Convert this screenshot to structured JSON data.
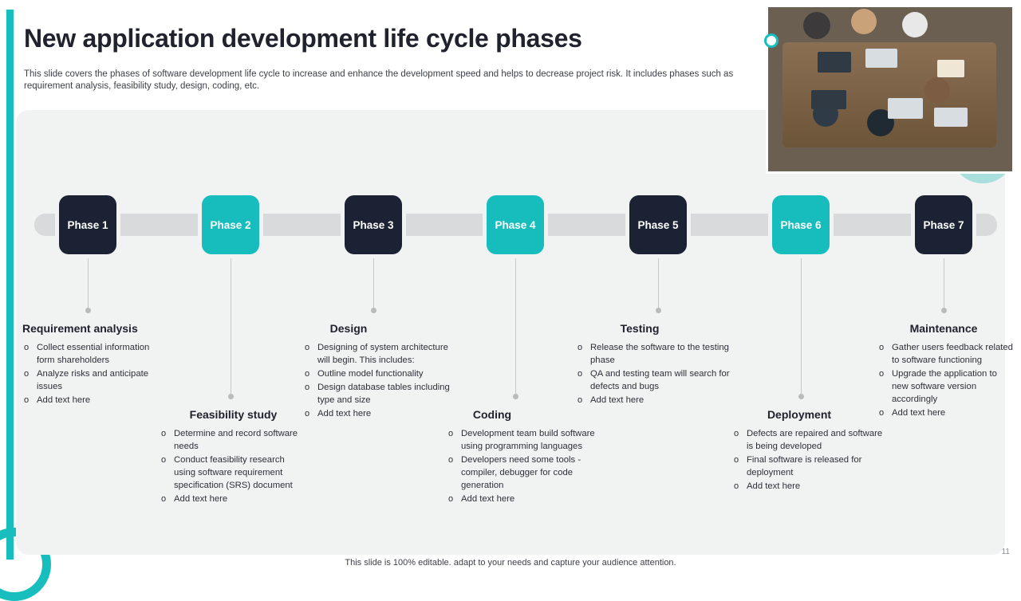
{
  "slide": {
    "title": "New application development life cycle phases",
    "subtitle": "This slide covers the phases of software development life cycle to increase and enhance the development speed and helps to decrease project risk. It includes phases such as requirement analysis, feasibility study, design, coding, etc.",
    "footer_note": "This slide is 100% editable. adapt to your needs and capture your audience attention.",
    "page_number": "11",
    "colors": {
      "accent_teal": "#17bdbd",
      "dark_navy": "#1b2233",
      "card_grey": "#f1f2f2",
      "track_grey": "#d9dadb"
    }
  },
  "phases": [
    {
      "label": "Phase 1",
      "style": "dark"
    },
    {
      "label": "Phase 2",
      "style": "teal"
    },
    {
      "label": "Phase 3",
      "style": "dark"
    },
    {
      "label": "Phase 4",
      "style": "teal"
    },
    {
      "label": "Phase 5",
      "style": "dark"
    },
    {
      "label": "Phase 6",
      "style": "teal"
    },
    {
      "label": "Phase 7",
      "style": "dark"
    }
  ],
  "blocks": [
    {
      "heading": "Requirement analysis",
      "items": [
        "Collect essential information form shareholders",
        "Analyze risks and anticipate issues",
        "Add text here"
      ]
    },
    {
      "heading": "Feasibility study",
      "items": [
        "Determine and record software needs",
        "Conduct feasibility research using software requirement specification (SRS) document",
        "Add text here"
      ]
    },
    {
      "heading": "Design",
      "items": [
        "Designing of system architecture will begin. This includes:",
        "Outline model functionality",
        "Design database tables including type and size",
        "Add text here"
      ]
    },
    {
      "heading": "Coding",
      "items": [
        "Development team build software using programming languages",
        "Developers need some tools - compiler, debugger for code generation",
        "Add text here"
      ]
    },
    {
      "heading": "Testing",
      "items": [
        "Release the software to the testing phase",
        "QA and testing team will search for defects and bugs",
        "Add text here"
      ]
    },
    {
      "heading": "Deployment",
      "items": [
        "Defects are repaired and software is being developed",
        "Final software is released for deployment",
        "Add text here"
      ]
    },
    {
      "heading": "Maintenance",
      "items": [
        "Gather users feedback related to software functioning",
        "Upgrade the application to new software version accordingly",
        "Add text here"
      ]
    }
  ]
}
